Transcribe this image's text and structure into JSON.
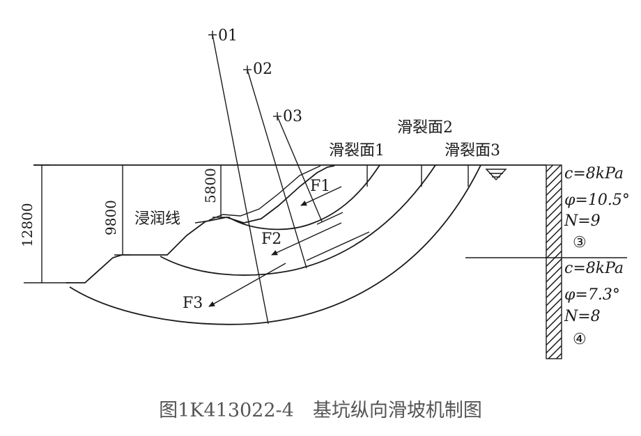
{
  "figure": {
    "caption": "图1K413022-4　基坑纵向滑坡机制图",
    "center_labels": [
      "01",
      "02",
      "03"
    ],
    "slip_surface_labels": [
      "滑裂面1",
      "滑裂面2",
      "滑裂面3"
    ],
    "force_labels": [
      "F1",
      "F2",
      "F3"
    ],
    "phreatic_line_label": "浸润线",
    "dimensions": [
      "12800",
      "9800",
      "5800"
    ]
  },
  "soil_layers": [
    {
      "c": "c=8kPa",
      "phi": "φ=10.5°",
      "n": "N=9",
      "layer_no": "③"
    },
    {
      "c": "c=8kPa",
      "phi": "φ=7.3°",
      "n": "N=8",
      "layer_no": "④"
    }
  ]
}
